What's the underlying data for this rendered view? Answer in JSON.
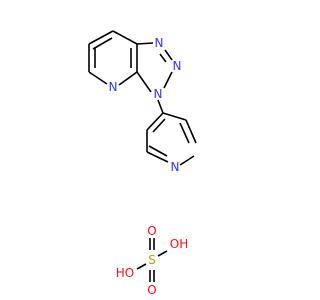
{
  "colors": {
    "bond": "#000000",
    "nitrogen": "#3333ff",
    "oxygen": "#ff0d0d",
    "sulfur": "#b8a000"
  },
  "atoms": {
    "n1": "N",
    "n2": "N",
    "n3": "N",
    "n_pyridine_fused": "N",
    "n_pyridyl": "N",
    "s": "S",
    "o_top": "O",
    "o_bottom": "O",
    "oh_right": "OH",
    "oh_left": "HO"
  }
}
